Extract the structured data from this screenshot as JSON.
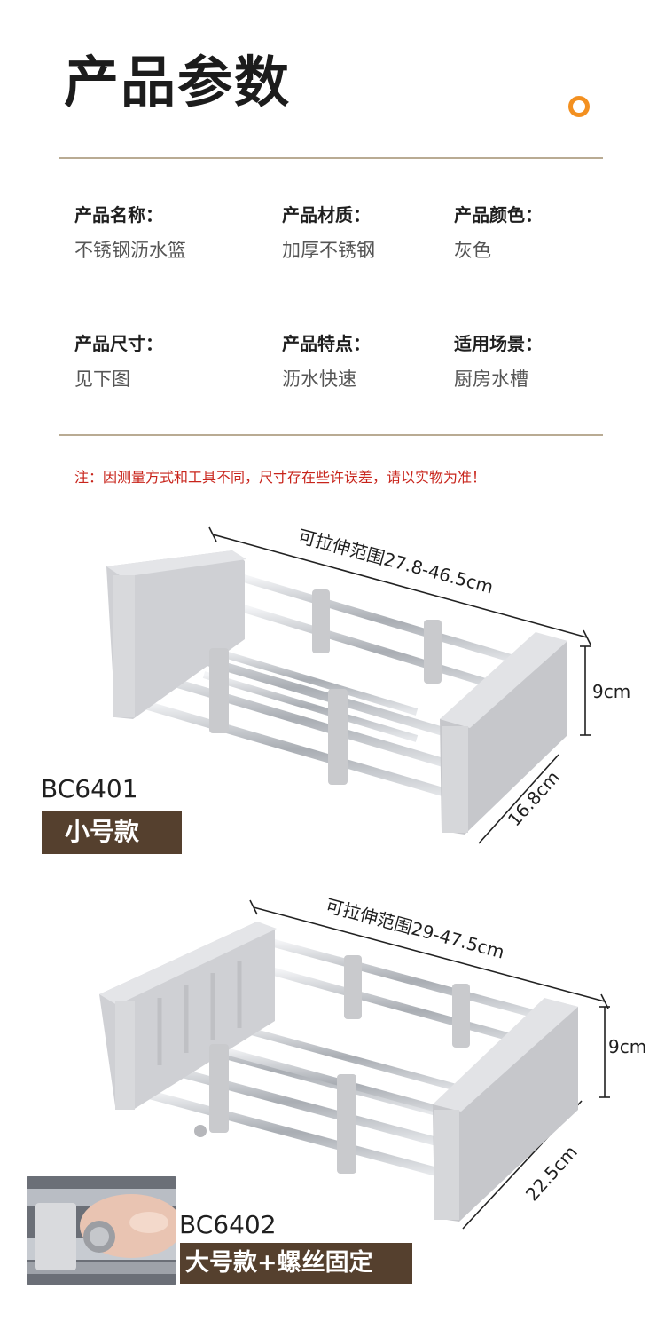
{
  "header": {
    "title": "产品参数"
  },
  "specs": [
    {
      "label": "产品名称：",
      "value": "不锈钢沥水篮"
    },
    {
      "label": "产品材质：",
      "value": "加厚不锈钢"
    },
    {
      "label": "产品颜色：",
      "value": "灰色"
    },
    {
      "label": "产品尺寸：",
      "value": "见下图"
    },
    {
      "label": "产品特点：",
      "value": "沥水快速"
    },
    {
      "label": "适用场景：",
      "value": "厨房水槽"
    }
  ],
  "note": "注：因测量方式和工具不同，尺寸存在些许误差，请以实物为准！",
  "products": [
    {
      "code": "BC6401",
      "badge": "小号款",
      "length_label": "可拉伸范围27.8-46.5cm",
      "height_label": "9cm",
      "width_label": "16.8cm"
    },
    {
      "code": "BC6402",
      "badge": "大号款+螺丝固定",
      "length_label": "可拉伸范围29-47.5cm",
      "height_label": "9cm",
      "width_label": "22.5cm"
    }
  ],
  "colors": {
    "accent": "#f39020",
    "divider": "#b9ab93",
    "note": "#c8241b",
    "badge_bg": "#55402e",
    "plastic": "#d3d4d8",
    "steel": "#b8bcc2"
  }
}
